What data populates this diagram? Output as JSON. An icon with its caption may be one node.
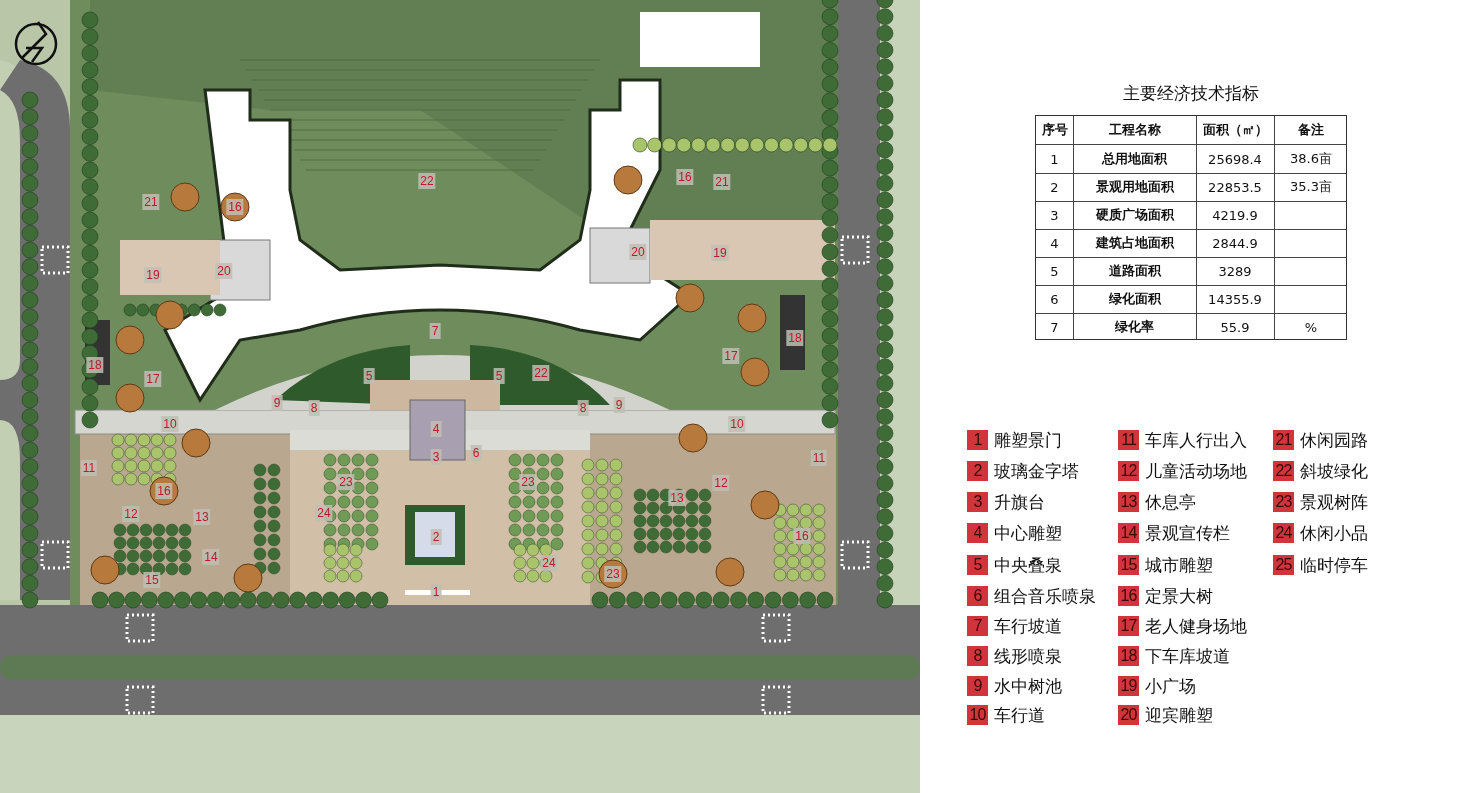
{
  "diagram": {
    "title": "主要经济技术指标",
    "labels": [
      "22",
      "16",
      "21",
      "21",
      "16",
      "20",
      "19",
      "20",
      "19",
      "7",
      "18",
      "17",
      "18",
      "5",
      "5",
      "22",
      "17",
      "9",
      "8",
      "8",
      "9",
      "10",
      "10",
      "4",
      "3",
      "6",
      "11",
      "11",
      "23",
      "23",
      "12",
      "16",
      "13",
      "12",
      "13",
      "24",
      "2",
      "14",
      "24",
      "16",
      "23",
      "15",
      "1",
      "序号",
      "工程名称",
      "面积（㎡）",
      "备注",
      "1",
      "总用地面积",
      "25698.4",
      "38.6亩",
      "2",
      "景观用地面积",
      "22853.5",
      "35.3亩",
      "3",
      "硬质广场面积",
      "4219.9",
      "4",
      "建筑占地面积",
      "2844.9",
      "5",
      "道路面积",
      "3289",
      "6",
      "绿化面积",
      "14355.9",
      "7",
      "绿化率",
      "55.9",
      "%",
      "1",
      "2",
      "3",
      "4",
      "5",
      "6",
      "7",
      "8",
      "9",
      "10",
      "11",
      "12",
      "13",
      "14",
      "15",
      "16",
      "17",
      "18",
      "19",
      "20",
      "21",
      "22",
      "23",
      "24",
      "25"
    ],
    "legend": [
      {
        "text": "雕塑景门",
        "color": "#d2343c"
      },
      {
        "text": "玻璃金字塔",
        "color": "#d2343c"
      },
      {
        "text": "升旗台",
        "color": "#d2343c"
      },
      {
        "text": "中心雕塑",
        "color": "#d2343c"
      },
      {
        "text": "中央叠泉",
        "color": "#d2343c"
      },
      {
        "text": "组合音乐喷泉",
        "color": "#d2343c"
      },
      {
        "text": "车行坡道",
        "color": "#d2343c"
      },
      {
        "text": "线形喷泉",
        "color": "#d2343c"
      },
      {
        "text": "水中树池",
        "color": "#d2343c"
      },
      {
        "text": "车行道",
        "color": "#d2343c"
      },
      {
        "text": "车库人行出入",
        "color": "#d2343c"
      },
      {
        "text": "儿童活动场地",
        "color": "#d2343c"
      },
      {
        "text": "休息亭",
        "color": "#d2343c"
      },
      {
        "text": "景观宣传栏",
        "color": "#d2343c"
      },
      {
        "text": "城市雕塑",
        "color": "#d2343c"
      },
      {
        "text": "定景大树",
        "color": "#d2343c"
      },
      {
        "text": "老人健身场地",
        "color": "#d2343c"
      },
      {
        "text": "下车库坡道",
        "color": "#d2343c"
      },
      {
        "text": "小广场",
        "color": "#d2343c"
      },
      {
        "text": "迎宾雕塑",
        "color": "#d2343c"
      },
      {
        "text": "休闲园路",
        "color": "#d2343c"
      },
      {
        "text": "斜坡绿化",
        "color": "#d2343c"
      },
      {
        "text": "景观树阵",
        "color": "#d2343c"
      },
      {
        "text": "休闲小品",
        "color": "#d2343c"
      },
      {
        "text": "临时停车",
        "color": "#d2343c"
      }
    ]
  }
}
